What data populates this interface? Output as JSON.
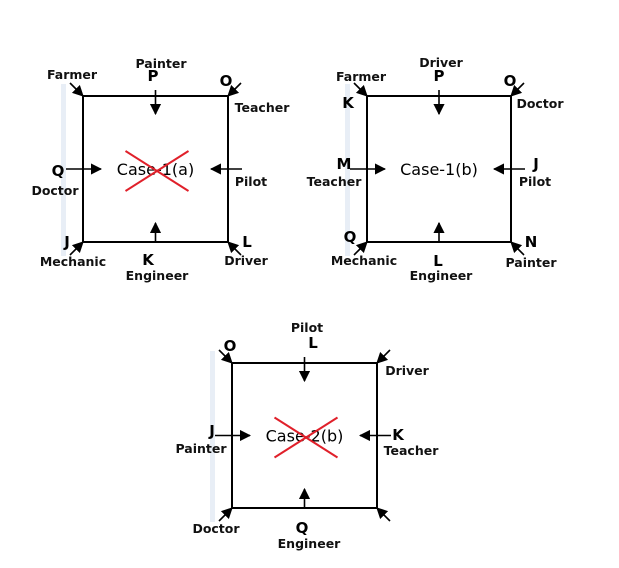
{
  "diagrams": [
    {
      "case_label": "Case-1(a)",
      "crossed": true,
      "corners": {
        "top_left": {
          "letter": "",
          "role": "Farmer"
        },
        "top_right": {
          "letter": "O",
          "role": "Teacher"
        },
        "bottom_left": {
          "letter": "J",
          "role": "Mechanic"
        },
        "bottom_right": {
          "letter": "L",
          "role": "Driver"
        }
      },
      "middles": {
        "top": {
          "letter": "P",
          "role": "Painter"
        },
        "left": {
          "letter": "Q",
          "role": "Doctor"
        },
        "right": {
          "letter": "",
          "role": "Pilot"
        },
        "bottom": {
          "letter": "K",
          "role": "Engineer"
        }
      }
    },
    {
      "case_label": "Case-1(b)",
      "crossed": false,
      "corners": {
        "top_left": {
          "letter": "K",
          "role": "Farmer"
        },
        "top_right": {
          "letter": "O",
          "role": "Doctor"
        },
        "bottom_left": {
          "letter": "Q",
          "role": "Mechanic"
        },
        "bottom_right": {
          "letter": "N",
          "role": "Painter"
        }
      },
      "middles": {
        "top": {
          "letter": "P",
          "role": "Driver"
        },
        "left": {
          "letter": "M",
          "role": "Teacher"
        },
        "right": {
          "letter": "J",
          "role": "Pilot"
        },
        "bottom": {
          "letter": "L",
          "role": "Engineer"
        }
      }
    },
    {
      "case_label": "Case-2(b)",
      "crossed": true,
      "corners": {
        "top_left": {
          "letter": "O",
          "role": ""
        },
        "top_right": {
          "letter": "",
          "role": "Driver"
        },
        "bottom_left": {
          "letter": "",
          "role": "Doctor"
        },
        "bottom_right": {
          "letter": "",
          "role": ""
        }
      },
      "middles": {
        "top": {
          "letter": "L",
          "role": "Pilot"
        },
        "left": {
          "letter": "J",
          "role": "Painter"
        },
        "right": {
          "letter": "K",
          "role": "Teacher"
        },
        "bottom": {
          "letter": "Q",
          "role": "Engineer"
        }
      }
    }
  ]
}
